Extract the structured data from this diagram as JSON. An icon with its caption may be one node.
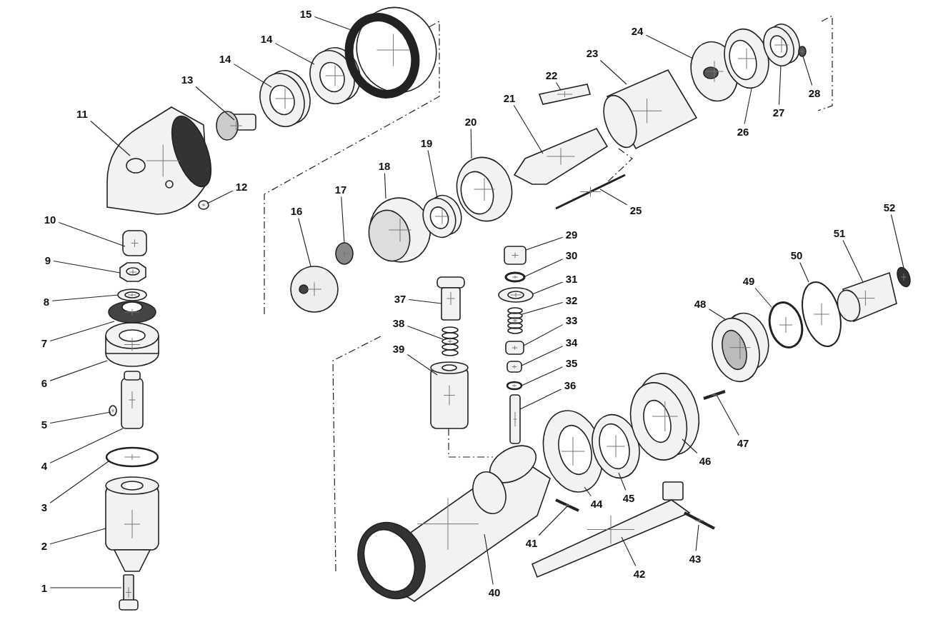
{
  "diagram": {
    "nodes": [
      {
        "text": [
          "1"
        ]
      },
      {
        "text": [
          "2"
        ]
      },
      {
        "text": [
          "3"
        ]
      },
      {
        "text": [
          "4"
        ]
      },
      {
        "text": [
          "5"
        ]
      },
      {
        "text": [
          "6"
        ]
      },
      {
        "text": [
          "7"
        ]
      },
      {
        "text": [
          "8"
        ]
      },
      {
        "text": [
          "9"
        ]
      },
      {
        "text": [
          "10"
        ]
      },
      {
        "text": [
          "11"
        ]
      },
      {
        "text": [
          "12"
        ]
      },
      {
        "text": [
          "13"
        ]
      },
      {
        "text": [
          "14"
        ]
      },
      {
        "text": [
          "14"
        ]
      },
      {
        "text": [
          "15"
        ]
      },
      {
        "text": [
          "16"
        ]
      },
      {
        "text": [
          "17"
        ]
      },
      {
        "text": [
          "18"
        ]
      },
      {
        "text": [
          "19"
        ]
      },
      {
        "text": [
          "20"
        ]
      },
      {
        "text": [
          "21"
        ]
      },
      {
        "text": [
          "22"
        ]
      },
      {
        "text": [
          "23"
        ]
      },
      {
        "text": [
          "24"
        ]
      },
      {
        "text": [
          "25"
        ]
      },
      {
        "text": [
          "26"
        ]
      },
      {
        "text": [
          "27"
        ]
      },
      {
        "text": [
          "28"
        ]
      },
      {
        "text": [
          "29"
        ]
      },
      {
        "text": [
          "30"
        ]
      },
      {
        "text": [
          "31"
        ]
      },
      {
        "text": [
          "32"
        ]
      },
      {
        "text": [
          "33"
        ]
      },
      {
        "text": [
          "34"
        ]
      },
      {
        "text": [
          "35"
        ]
      },
      {
        "text": [
          "36"
        ]
      },
      {
        "text": [
          "37"
        ]
      },
      {
        "text": [
          "38"
        ]
      },
      {
        "text": [
          "39"
        ]
      },
      {
        "text": [
          "40"
        ]
      },
      {
        "text": [
          "41"
        ]
      },
      {
        "text": [
          "42"
        ]
      },
      {
        "text": [
          "43"
        ]
      },
      {
        "text": [
          "44"
        ]
      },
      {
        "text": [
          "45"
        ]
      },
      {
        "text": [
          "46"
        ]
      },
      {
        "text": [
          "47"
        ]
      },
      {
        "text": [
          "48"
        ]
      },
      {
        "text": [
          "49"
        ]
      },
      {
        "text": [
          "50"
        ]
      },
      {
        "text": [
          "51"
        ]
      },
      {
        "text": [
          "52"
        ]
      },
      {
        "text": [],
        "shape": "picture"
      },
      {
        "text": [],
        "shape": "picture"
      },
      {
        "text": [],
        "shape": "picture"
      },
      {
        "text": [],
        "shape": "picture"
      },
      {
        "text": [],
        "shape": "picture"
      },
      {
        "text": [],
        "shape": "picture"
      },
      {
        "text": [],
        "shape": "picture"
      },
      {
        "text": [],
        "shape": "picture"
      },
      {
        "text": [],
        "shape": "picture"
      },
      {
        "text": [],
        "shape": "picture"
      },
      {
        "text": [],
        "shape": "picture"
      },
      {
        "text": [],
        "shape": "picture"
      },
      {
        "text": [],
        "shape": "picture"
      },
      {
        "text": [],
        "shape": "picture"
      },
      {
        "text": [],
        "shape": "picture"
      },
      {
        "text": [],
        "shape": "picture"
      },
      {
        "text": [],
        "shape": "picture"
      },
      {
        "text": [],
        "shape": "picture"
      },
      {
        "text": [],
        "shape": "picture"
      },
      {
        "text": [],
        "shape": "picture"
      },
      {
        "text": [],
        "shape": "picture"
      },
      {
        "text": [],
        "shape": "picture"
      },
      {
        "text": [],
        "shape": "picture"
      },
      {
        "text": [],
        "shape": "picture"
      },
      {
        "text": [],
        "shape": "picture"
      },
      {
        "text": [],
        "shape": "picture"
      },
      {
        "text": [],
        "shape": "picture"
      },
      {
        "text": [],
        "shape": "picture"
      },
      {
        "text": [],
        "shape": "picture"
      },
      {
        "text": [],
        "shape": "picture"
      },
      {
        "text": [],
        "shape": "picture"
      },
      {
        "text": [],
        "shape": "picture"
      },
      {
        "text": [],
        "shape": "picture"
      },
      {
        "text": [],
        "shape": "picture"
      },
      {
        "text": [],
        "shape": "picture"
      },
      {
        "text": [],
        "shape": "picture"
      },
      {
        "text": [],
        "shape": "picture"
      },
      {
        "text": [],
        "shape": "picture"
      },
      {
        "text": [],
        "shape": "picture"
      },
      {
        "text": [],
        "shape": "picture"
      },
      {
        "text": [],
        "shape": "picture"
      },
      {
        "text": [],
        "shape": "picture"
      },
      {
        "text": [],
        "shape": "picture"
      },
      {
        "text": [],
        "shape": "picture"
      },
      {
        "text": [],
        "shape": "picture"
      },
      {
        "text": [],
        "shape": "picture"
      },
      {
        "text": [],
        "shape": "picture"
      },
      {
        "text": [],
        "shape": "picture"
      },
      {
        "text": [],
        "shape": "picture"
      },
      {
        "text": [],
        "shape": "picture"
      },
      {
        "text": [],
        "shape": "picture"
      },
      {
        "text": [],
        "shape": "picture"
      },
      {
        "text": [],
        "shape": "picture"
      }
    ],
    "edges": [
      {
        "from": 0,
        "to": 53,
        "arrow": "none"
      },
      {
        "from": 1,
        "to": 54,
        "arrow": "none"
      },
      {
        "from": 2,
        "to": 55,
        "arrow": "none"
      },
      {
        "from": 3,
        "to": 56,
        "arrow": "none"
      },
      {
        "from": 4,
        "to": 57,
        "arrow": "none"
      },
      {
        "from": 5,
        "to": 58,
        "arrow": "none"
      },
      {
        "from": 6,
        "to": 59,
        "arrow": "none"
      },
      {
        "from": 7,
        "to": 60,
        "arrow": "none"
      },
      {
        "from": 8,
        "to": 61,
        "arrow": "none"
      },
      {
        "from": 9,
        "to": 62,
        "arrow": "none"
      },
      {
        "from": 10,
        "to": 63,
        "arrow": "none"
      },
      {
        "from": 11,
        "to": 64,
        "arrow": "none"
      },
      {
        "from": 12,
        "to": 65,
        "arrow": "none"
      },
      {
        "from": 13,
        "to": 66,
        "arrow": "none"
      },
      {
        "from": 14,
        "to": 67,
        "arrow": "none"
      },
      {
        "from": 15,
        "to": 68,
        "arrow": "none"
      },
      {
        "from": 16,
        "to": 69,
        "arrow": "none"
      },
      {
        "from": 17,
        "to": 70,
        "arrow": "none"
      },
      {
        "from": 18,
        "to": 71,
        "arrow": "none"
      },
      {
        "from": 19,
        "to": 72,
        "arrow": "none"
      },
      {
        "from": 20,
        "to": 73,
        "arrow": "none"
      },
      {
        "from": 21,
        "to": 74,
        "arrow": "none"
      },
      {
        "from": 22,
        "to": 75,
        "arrow": "none"
      },
      {
        "from": 23,
        "to": 76,
        "arrow": "none"
      },
      {
        "from": 24,
        "to": 77,
        "arrow": "none"
      },
      {
        "from": 25,
        "to": 78,
        "arrow": "none"
      },
      {
        "from": 26,
        "to": 79,
        "arrow": "none"
      },
      {
        "from": 27,
        "to": 80,
        "arrow": "none"
      },
      {
        "from": 28,
        "to": 81,
        "arrow": "none"
      },
      {
        "from": 29,
        "to": 82,
        "arrow": "none"
      },
      {
        "from": 30,
        "to": 83,
        "arrow": "none"
      },
      {
        "from": 31,
        "to": 84,
        "arrow": "none"
      },
      {
        "from": 32,
        "to": 85,
        "arrow": "none"
      },
      {
        "from": 33,
        "to": 86,
        "arrow": "none"
      },
      {
        "from": 34,
        "to": 87,
        "arrow": "none"
      },
      {
        "from": 35,
        "to": 88,
        "arrow": "none"
      },
      {
        "from": 36,
        "to": 89,
        "arrow": "none"
      },
      {
        "from": 37,
        "to": 90,
        "arrow": "none"
      },
      {
        "from": 38,
        "to": 91,
        "arrow": "none"
      },
      {
        "from": 39,
        "to": 92,
        "arrow": "none"
      },
      {
        "from": 40,
        "to": 93,
        "arrow": "none"
      },
      {
        "from": 41,
        "to": 94,
        "arrow": "none"
      },
      {
        "from": 42,
        "to": 95,
        "arrow": "none"
      },
      {
        "from": 43,
        "to": 96,
        "arrow": "none"
      },
      {
        "from": 44,
        "to": 97,
        "arrow": "none"
      },
      {
        "from": 45,
        "to": 98,
        "arrow": "none"
      },
      {
        "from": 46,
        "to": 99,
        "arrow": "none"
      },
      {
        "from": 47,
        "to": 100,
        "arrow": "none"
      },
      {
        "from": 48,
        "to": 101,
        "arrow": "none"
      },
      {
        "from": 49,
        "to": 102,
        "arrow": "none"
      },
      {
        "from": 50,
        "to": 103,
        "arrow": "none"
      },
      {
        "from": 51,
        "to": 104,
        "arrow": "none"
      },
      {
        "from": 52,
        "to": 105,
        "arrow": "none"
      },
      {
        "from": 92,
        "to": 93,
        "arrow": "none",
        "style": "dashed"
      },
      {
        "from": 76,
        "to": 78,
        "arrow": "none",
        "style": "dashed"
      }
    ]
  }
}
